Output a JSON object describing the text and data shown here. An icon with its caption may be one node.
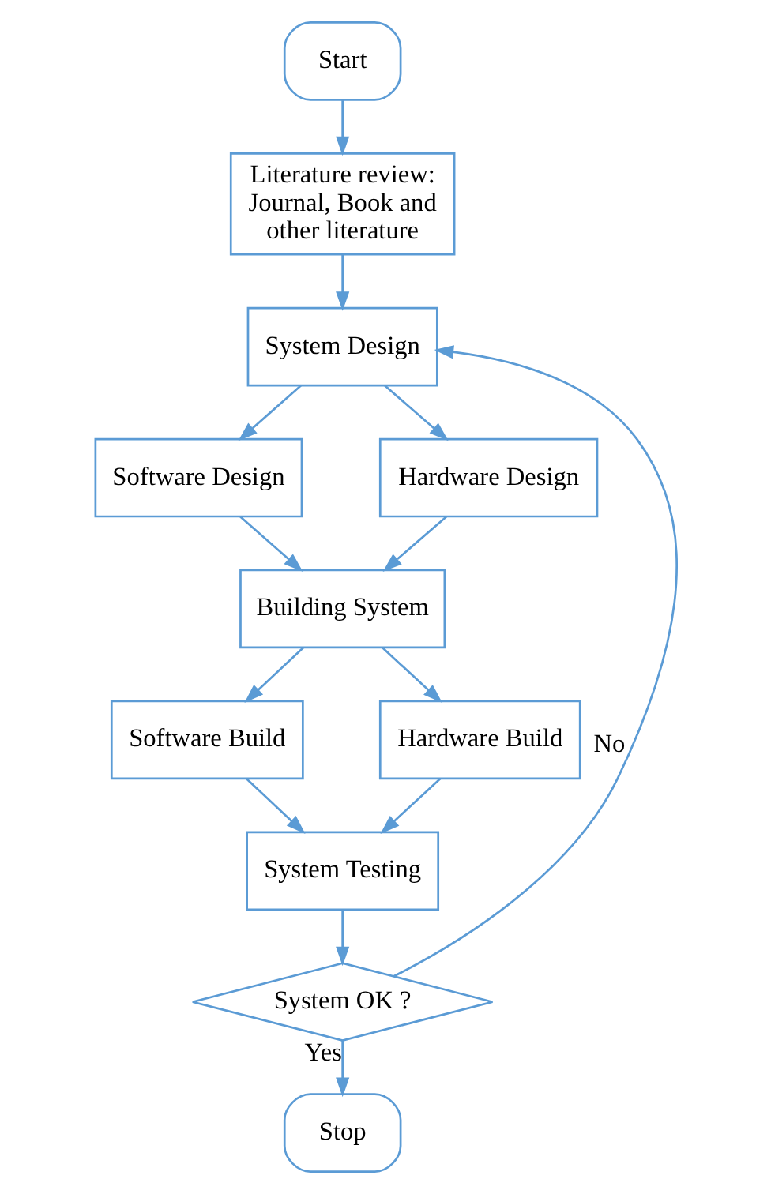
{
  "diagram": {
    "nodes": [
      {
        "text": [
          "Start"
        ]
      },
      {
        "text": [
          "Literature review: Journal, Book and other literature"
        ]
      },
      {
        "text": [
          "System Design"
        ]
      },
      {
        "text": [
          "Software Design"
        ]
      },
      {
        "text": [
          "Hardware Design"
        ]
      },
      {
        "text": [
          "Building System"
        ]
      },
      {
        "text": [
          "Software Build"
        ]
      },
      {
        "text": [
          "Hardware Build"
        ]
      },
      {
        "text": [
          "System Testing"
        ]
      },
      {
        "text": [
          "System OK ?"
        ]
      },
      {
        "text": [
          "Stop"
        ]
      }
    ],
    "edges": [
      {
        "from": 0,
        "to": 1,
        "arrow": "to"
      },
      {
        "from": 1,
        "to": 2,
        "arrow": "to"
      },
      {
        "from": 2,
        "to": 3,
        "arrow": "to"
      },
      {
        "from": 2,
        "to": 4,
        "arrow": "to"
      },
      {
        "from": 3,
        "to": 5,
        "arrow": "to"
      },
      {
        "from": 4,
        "to": 5,
        "arrow": "to"
      },
      {
        "from": 5,
        "to": 6,
        "arrow": "to"
      },
      {
        "from": 5,
        "to": 7,
        "arrow": "to"
      },
      {
        "from": 6,
        "to": 8,
        "arrow": "to"
      },
      {
        "from": 7,
        "to": 8,
        "arrow": "to"
      },
      {
        "from": 8,
        "to": 9,
        "arrow": "to"
      },
      {
        "from": 9,
        "to": 2,
        "arrow": "to",
        "label": "No"
      },
      {
        "from": 9,
        "to": 10,
        "arrow": "to",
        "label": "Yes"
      }
    ]
  }
}
